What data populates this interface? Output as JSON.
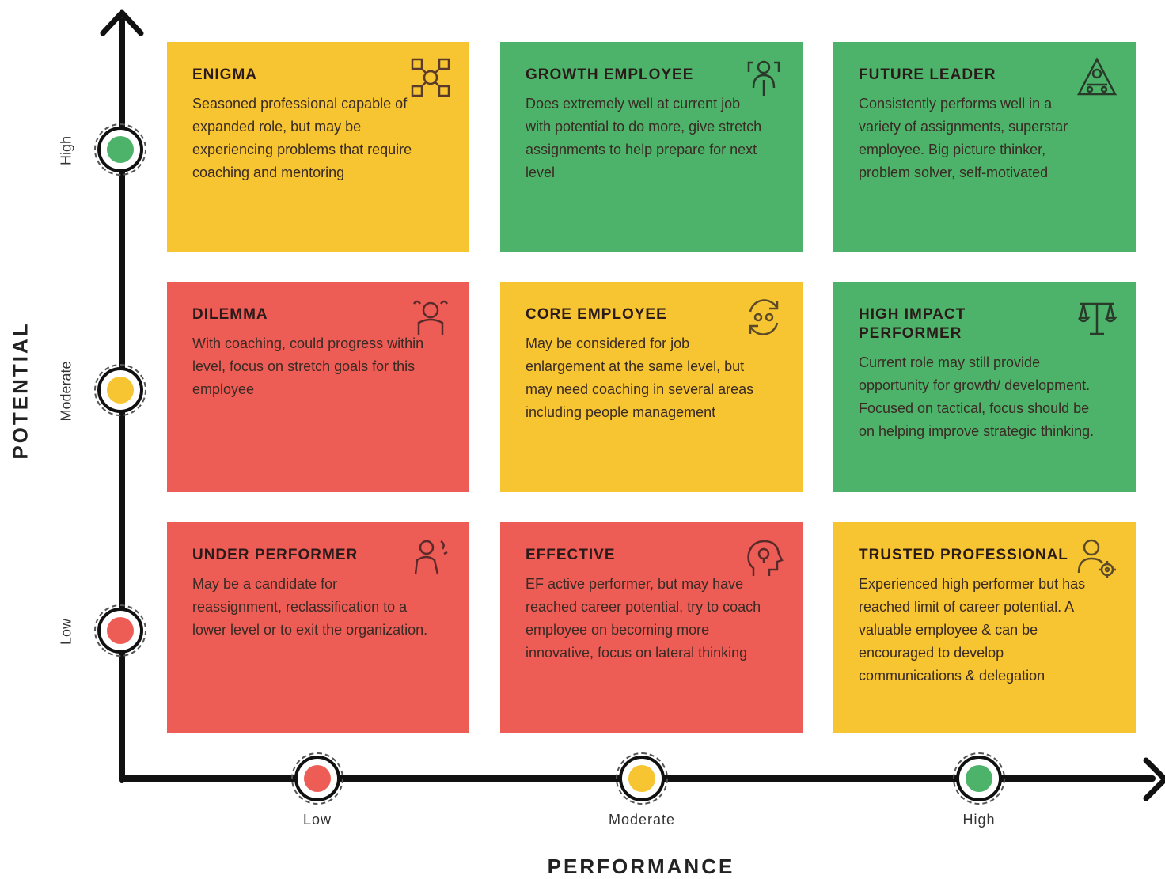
{
  "colors": {
    "high": "#4db36a",
    "moderate": "#f7c531",
    "low": "#ee5c56"
  },
  "y_axis": {
    "title": "POTENTIAL",
    "levels": [
      "High",
      "Moderate",
      "Low"
    ]
  },
  "x_axis": {
    "title": "PERFORMANCE",
    "levels": [
      "Low",
      "Moderate",
      "High"
    ]
  },
  "cells": [
    {
      "title": "ENIGMA",
      "desc": "Seasoned professional capable of expanded role, but may be experiencing problems that require coaching and mentoring",
      "icon": "network-icon",
      "color": "#f7c531"
    },
    {
      "title": "GROWTH EMPLOYEE",
      "desc": "Does extremely well at current job with potential to do more, give stretch assignments to help prepare for next level",
      "icon": "person-growth-icon",
      "color": "#4db36a"
    },
    {
      "title": "FUTURE LEADER",
      "desc": "Consistently performs well in a variety of assignments, superstar employee. Big picture thinker, problem solver, self-motivated",
      "icon": "pyramid-leader-icon",
      "color": "#4db36a"
    },
    {
      "title": "DILEMMA",
      "desc": "With coaching, could progress within level, focus on stretch goals for this employee",
      "icon": "confused-person-icon",
      "color": "#ee5c56"
    },
    {
      "title": "CORE EMPLOYEE",
      "desc": "May be considered for job enlargement at the same level, but may need coaching in several areas including people management",
      "icon": "refresh-people-icon",
      "color": "#f7c531"
    },
    {
      "title": "HIGH IMPACT PERFORMER",
      "desc": "Current role may still provide opportunity for growth/ development. Focused on tactical, focus should be on helping improve strategic thinking.",
      "icon": "balance-scale-icon",
      "color": "#4db36a"
    },
    {
      "title": "UNDER PERFORMER",
      "desc": "May be a candidate for reassignment, reclassification to a lower level or to exit the organization.",
      "icon": "struggling-person-icon",
      "color": "#ee5c56"
    },
    {
      "title": "EFFECTIVE",
      "desc": "EF active performer, but may have reached career potential, try to coach employee on becoming more innovative, focus on lateral thinking",
      "icon": "idea-head-icon",
      "color": "#ee5c56"
    },
    {
      "title": "TRUSTED PROFESSIONAL",
      "desc": "Experienced high performer but has reached limit of career potential. A valuable employee & can be encouraged to develop communications & delegation",
      "icon": "person-gear-icon",
      "color": "#f7c531"
    }
  ]
}
